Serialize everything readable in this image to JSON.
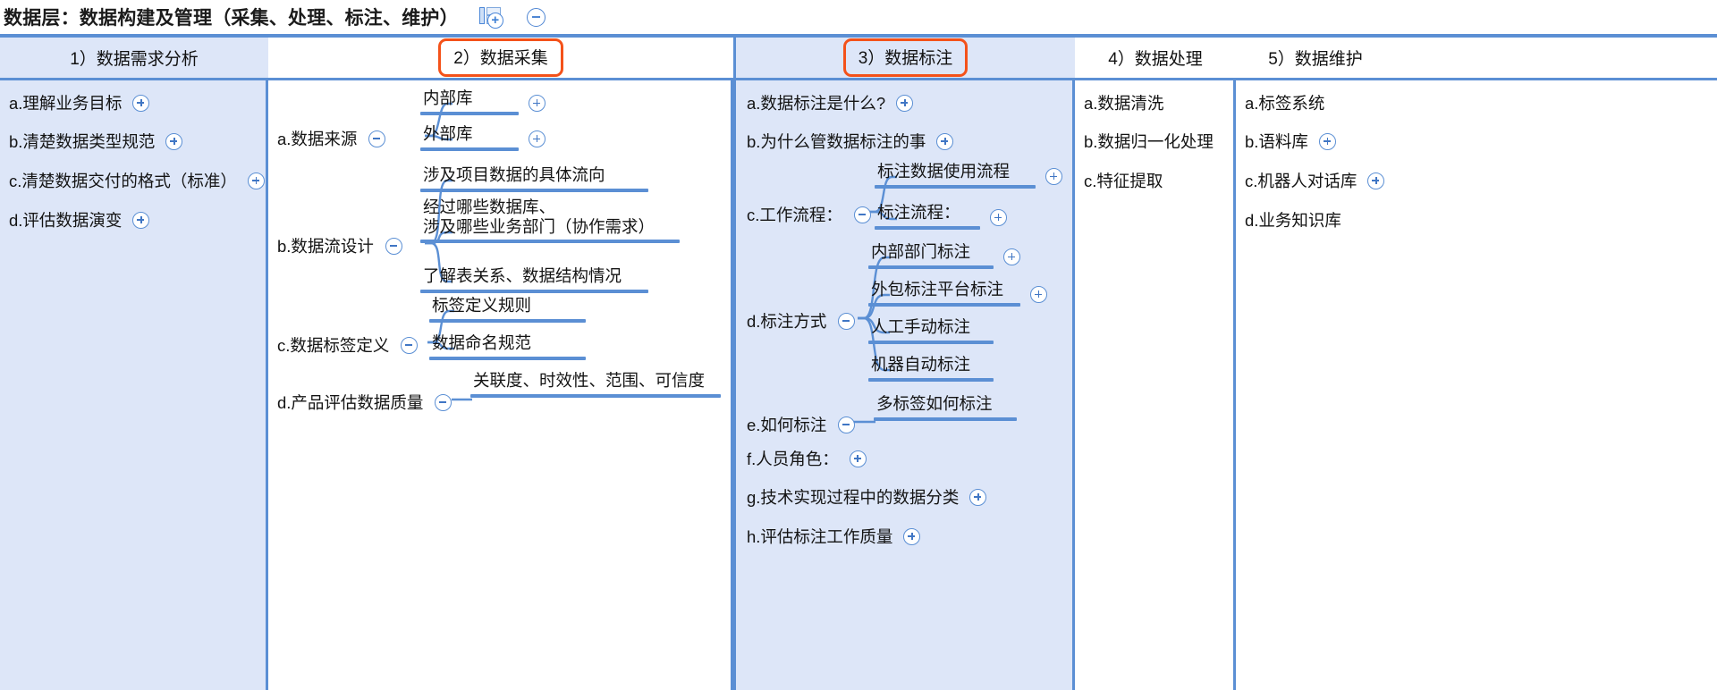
{
  "header": {
    "title": "数据层：数据构建及管理（采集、处理、标注、维护）",
    "add_icon": "add-node-icon",
    "collapse_icon": "minus-circle-icon"
  },
  "columns": [
    {
      "id": "col1",
      "header": "1）数据需求分析",
      "highlighted": false,
      "background": "#dde6f8",
      "items": [
        {
          "label": "a.理解业务目标",
          "toggle": "plus"
        },
        {
          "label": "b.清楚数据类型规范",
          "toggle": "plus"
        },
        {
          "label": "c.清楚数据交付的格式（标准）",
          "toggle": "plus"
        },
        {
          "label": "d.评估数据演变",
          "toggle": "plus"
        }
      ]
    },
    {
      "id": "col2",
      "header": "2）数据采集",
      "highlighted": true,
      "highlight_color": "#f4521a",
      "background": "#ffffff",
      "branches": [
        {
          "label": "a.数据来源",
          "toggle": "minus",
          "children": [
            {
              "label": "内部库",
              "toggle": "plus"
            },
            {
              "label": "外部库",
              "toggle": "plus"
            }
          ]
        },
        {
          "label": "b.数据流设计",
          "toggle": "minus",
          "children": [
            {
              "label": "涉及项目数据的具体流向",
              "toggle": "none"
            },
            {
              "label": "经过哪些数据库、\n涉及哪些业务部门（协作需求）",
              "toggle": "none"
            },
            {
              "label": "了解表关系、数据结构情况",
              "toggle": "none"
            }
          ]
        },
        {
          "label": "c.数据标签定义",
          "toggle": "minus",
          "children": [
            {
              "label": "标签定义规则",
              "toggle": "none"
            },
            {
              "label": "数据命名规范",
              "toggle": "none"
            }
          ]
        },
        {
          "label": "d.产品评估数据质量",
          "toggle": "minus",
          "children": [
            {
              "label": "关联度、时效性、范围、可信度",
              "toggle": "none"
            }
          ]
        }
      ]
    },
    {
      "id": "col3",
      "header": "3）数据标注",
      "highlighted": true,
      "highlight_color": "#f4521a",
      "background": "#dde6f8",
      "items": [
        {
          "label": "a.数据标注是什么?",
          "toggle": "plus"
        },
        {
          "label": "b.为什么管数据标注的事",
          "toggle": "plus"
        },
        {
          "label": "e.如何标注",
          "toggle": "minus"
        },
        {
          "label": "f.人员角色：",
          "toggle": "plus"
        },
        {
          "label": "g.技术实现过程中的数据分类",
          "toggle": "plus"
        },
        {
          "label": "h.评估标注工作质量",
          "toggle": "plus"
        }
      ],
      "branches": [
        {
          "label": "c.工作流程：",
          "toggle": "minus",
          "children": [
            {
              "label": "标注数据使用流程",
              "toggle": "plus"
            },
            {
              "label": "标注流程：",
              "toggle": "plus"
            }
          ]
        },
        {
          "label": "d.标注方式",
          "toggle": "minus",
          "children": [
            {
              "label": "内部部门标注",
              "toggle": "plus"
            },
            {
              "label": "外包标注平台标注",
              "toggle": "plus"
            },
            {
              "label": "人工手动标注",
              "toggle": "none"
            },
            {
              "label": "机器自动标注",
              "toggle": "none"
            }
          ]
        },
        {
          "label": "e.如何标注",
          "toggle": "minus",
          "children": [
            {
              "label": "多标签如何标注",
              "toggle": "none"
            }
          ]
        }
      ]
    },
    {
      "id": "col4",
      "header": "4）数据处理",
      "highlighted": false,
      "background": "#ffffff",
      "items": [
        {
          "label": "a.数据清洗",
          "toggle": "none"
        },
        {
          "label": "b.数据归一化处理",
          "toggle": "none"
        },
        {
          "label": "c.特征提取",
          "toggle": "none"
        }
      ]
    },
    {
      "id": "col5",
      "header": "5）数据维护",
      "highlighted": false,
      "background": "#ffffff",
      "items": [
        {
          "label": "a.标签系统",
          "toggle": "none"
        },
        {
          "label": "b.语料库",
          "toggle": "plus"
        },
        {
          "label": "c.机器人对话库",
          "toggle": "plus"
        },
        {
          "label": "d.业务知识库",
          "toggle": "none"
        }
      ]
    }
  ]
}
